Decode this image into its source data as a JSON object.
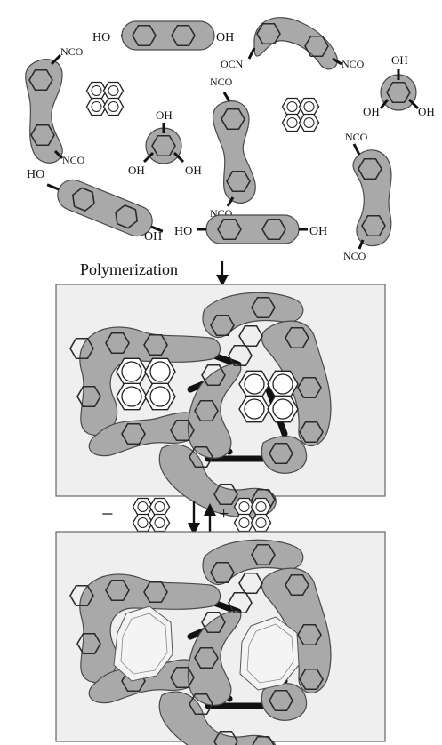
{
  "colors": {
    "background": "#ffffff",
    "monomer_fill": "#a9a9a9",
    "monomer_stroke": "#4a4a4a",
    "ring_stroke": "#2b2b2b",
    "box_fill": "#efefef",
    "box_stroke": "#666666",
    "linker": "#111111",
    "pyrene_fill": "#ffffff",
    "text": "#111111"
  },
  "labels": {
    "ho_top": "HO",
    "oh_top": "OH",
    "ocn_top": "OCN",
    "nco_top_right": "NCO",
    "nco_left_top": "NCO",
    "nco_left_bottom": "NCO",
    "nco_mid_top": "NCO",
    "nco_mid_bottom": "NCO",
    "nco_right_top": "NCO",
    "nco_right_bottom": "NCO",
    "tri_center_oh_top": "OH",
    "tri_center_oh_left": "OH",
    "tri_center_oh_right": "OH",
    "tri_right_oh_top": "OH",
    "tri_right_oh_left": "OH",
    "tri_right_oh_right": "OH",
    "ho_diag": "HO",
    "oh_diag": "OH",
    "ho_bottom": "HO",
    "oh_bottom": "OH"
  },
  "process": {
    "polymerization_label": "Polymerization",
    "remove_sign": "−",
    "add_sign": "+"
  }
}
